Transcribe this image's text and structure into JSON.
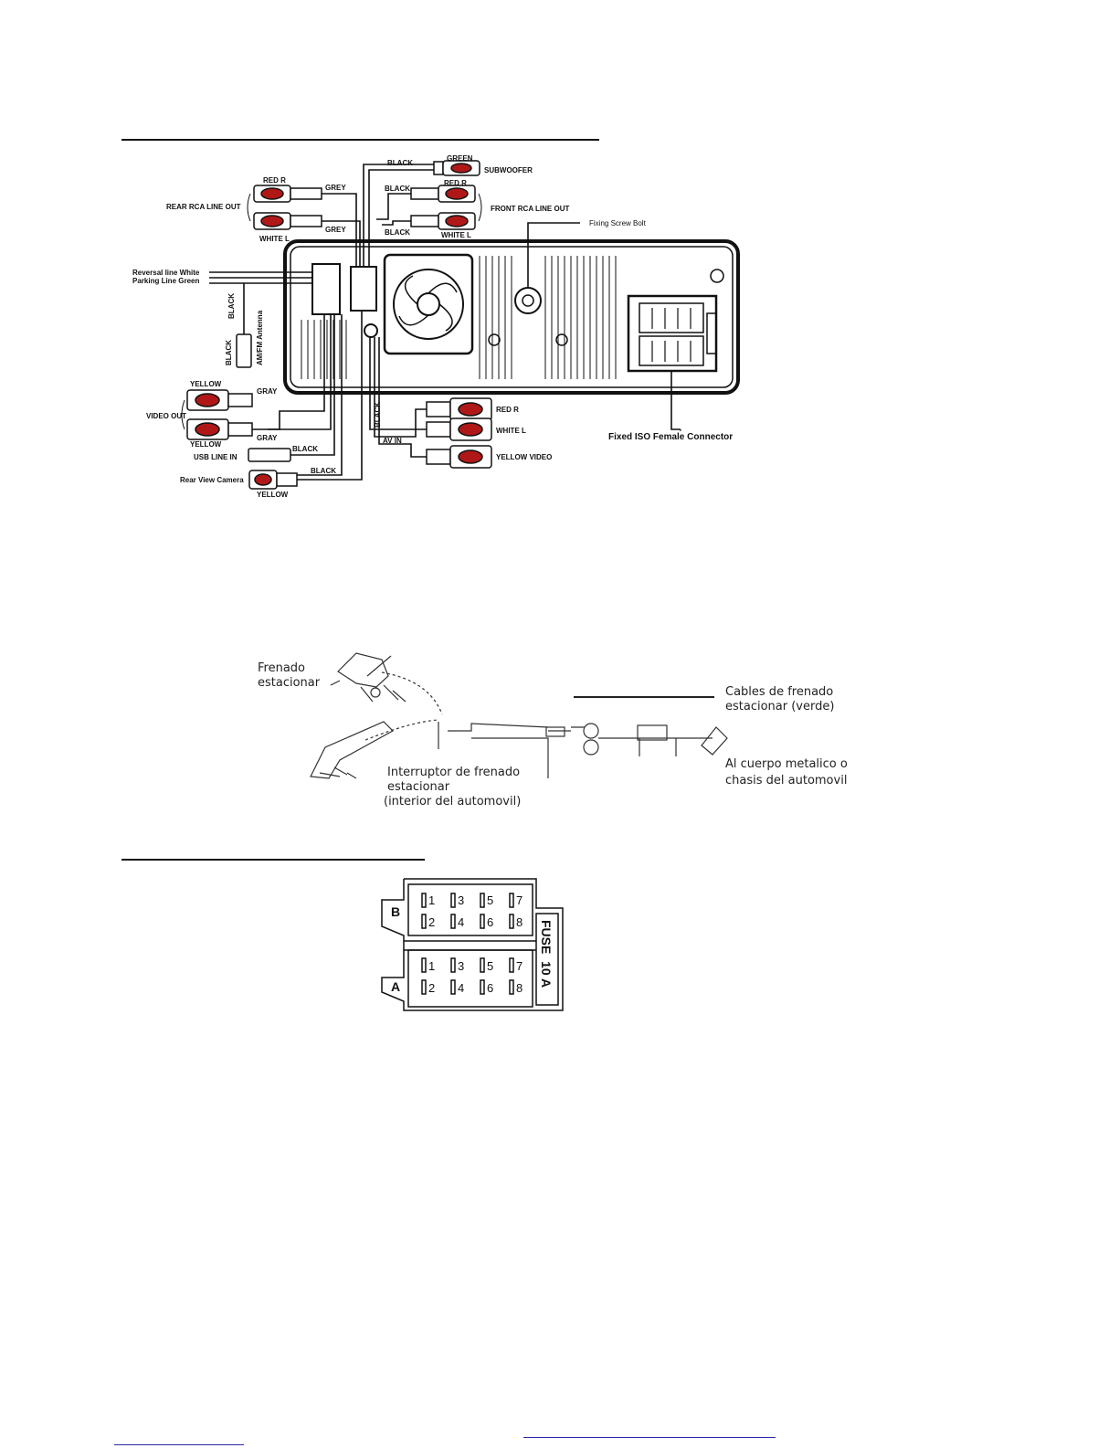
{
  "wiring": {
    "subwoofer": {
      "wire": "BLACK",
      "jack": "GREEN",
      "label": "SUBWOOFER"
    },
    "rear_rca": {
      "label": "REAR RCA LINE OUT",
      "red": "RED  R",
      "white": "WHITE  L",
      "wire1": "GREY",
      "wire2": "GREY"
    },
    "front_rca": {
      "label": "FRONT RCA LINE OUT",
      "red": "RED  R",
      "white": "WHITE  L",
      "wire1": "BLACK",
      "wire2": "BLACK"
    },
    "screw": "Fixing Screw Bolt",
    "reverse_line": "Reversal line White",
    "parking_line": "Parking Line Green",
    "antenna": {
      "label": "AM/FM  Antenna",
      "wire1": "BLACK",
      "wire2": "BLACK"
    },
    "video_out": {
      "label": "VIDEO OUT",
      "top": "YELLOW",
      "bottom": "YELLOW",
      "wire1": "GRAY",
      "wire2": "GRAY"
    },
    "usb": {
      "label": "USB LINE IN",
      "wire": "BLACK"
    },
    "camera": {
      "label": "Rear View Camera",
      "jack": "YELLOW",
      "wire": "BLACK"
    },
    "av_in": {
      "label": "AV IN",
      "wire": "BLACK",
      "red": "RED  R",
      "white": "WHITE  L",
      "yellow": "YELLOW VIDEO"
    },
    "iso": "Fixed ISO Female Connector"
  },
  "parking": {
    "brake": [
      "Frenado",
      "estacionar"
    ],
    "cables": [
      "Cables de frenado",
      "estacionar (verde)"
    ],
    "switch": [
      "Interruptor de frenado",
      "estacionar",
      "(interior del automovil)"
    ],
    "ground": [
      "Al cuerpo metalico o",
      "chasis del automovil"
    ]
  },
  "iso_connector": {
    "block_b": "B",
    "block_a": "A",
    "row_top": [
      "1",
      "3",
      "5",
      "7"
    ],
    "row_bottom": [
      "2",
      "4",
      "6",
      "8"
    ],
    "fuse": "FUSE  10 A"
  }
}
